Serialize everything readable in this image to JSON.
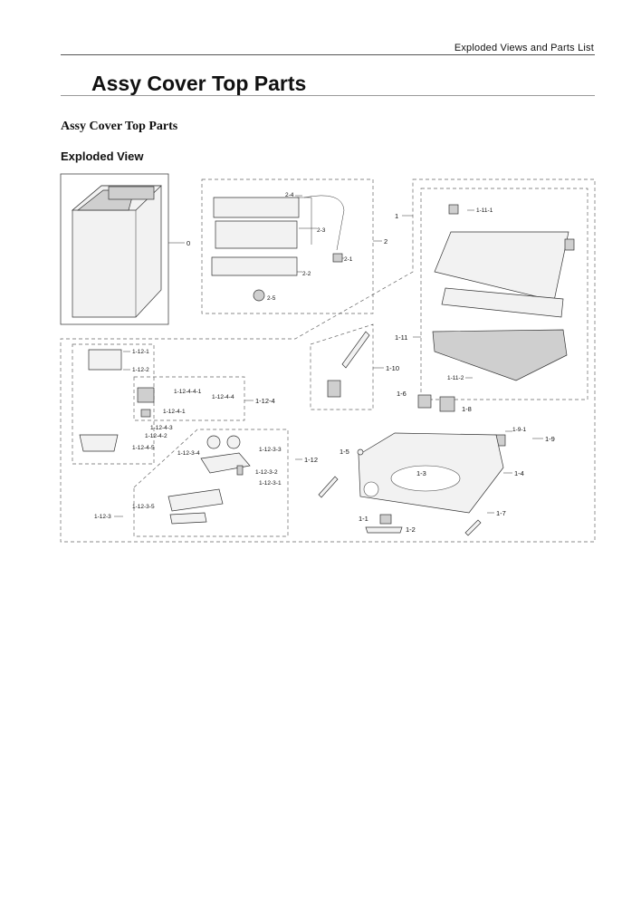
{
  "header": {
    "title": "Exploded Views and Parts List"
  },
  "page_title": "Assy Cover Top Parts",
  "section_title": "Assy Cover Top Parts",
  "sub_title": "Exploded View",
  "callouts": {
    "c0": "0",
    "c1": "1",
    "c2": "2",
    "c2_1": "2-1",
    "c2_2": "2-2",
    "c2_3": "2-3",
    "c2_4": "2-4",
    "c2_5": "2-5",
    "c1_1": "1-1",
    "c1_2": "1-2",
    "c1_3": "1-3",
    "c1_4": "1-4",
    "c1_5": "1-5",
    "c1_6": "1-6",
    "c1_7": "1-7",
    "c1_8": "1-8",
    "c1_9": "1-9",
    "c1_9_1": "1-9-1",
    "c1_10": "1-10",
    "c1_11": "1-11",
    "c1_11_1": "1-11-1",
    "c1_11_2": "1-11-2",
    "c1_12": "1-12",
    "c1_12_1": "1-12-1",
    "c1_12_2": "1-12-2",
    "c1_12_3": "1-12-3",
    "c1_12_3_1": "1-12-3-1",
    "c1_12_3_2": "1-12-3-2",
    "c1_12_3_3": "1-12-3-3",
    "c1_12_3_4": "1-12-3-4",
    "c1_12_3_5": "1-12-3-5",
    "c1_12_4": "1-12-4",
    "c1_12_4_1": "1-12-4-1",
    "c1_12_4_2": "1-12-4-2",
    "c1_12_4_3": "1-12-4-3",
    "c1_12_4_4": "1-12-4-4",
    "c1_12_4_5": "1-12-4-5",
    "c1_12_4_4_1": "1-12-4-4-1"
  }
}
